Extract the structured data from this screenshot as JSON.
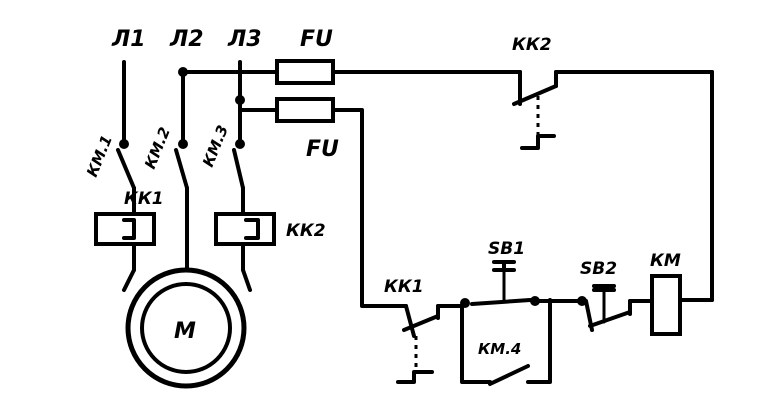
{
  "labels": {
    "phase1": "Л1",
    "phase2": "Л2",
    "phase3": "Л3",
    "fuse_top": "FU",
    "fuse_bottom": "FU",
    "relay_contact_top": "КК2",
    "contactor_km1": "КМ.1",
    "contactor_km2": "КМ.2",
    "contactor_km3": "КМ.3",
    "thermal_relay_1": "КК1",
    "thermal_relay_2": "КК2",
    "motor": "М",
    "relay_contact_bottom": "КК1",
    "button_sb1": "SB1",
    "button_sb2": "SB2",
    "coil_km": "КМ",
    "contact_km4": "КМ.4"
  }
}
